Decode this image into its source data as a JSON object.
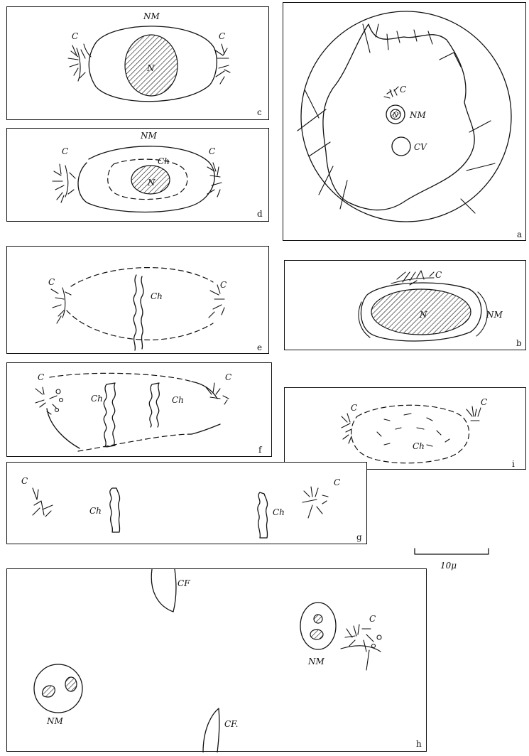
{
  "panels": {
    "a": {
      "letter": "a",
      "labels": {
        "c": "C",
        "nm": "NM",
        "n": "N",
        "cv": "CV"
      }
    },
    "b": {
      "letter": "b",
      "labels": {
        "c": "C",
        "nm": "NM",
        "n": "N"
      }
    },
    "c": {
      "letter": "c",
      "labels": {
        "c_left": "C",
        "c_right": "C",
        "nm": "NM",
        "n": "N"
      }
    },
    "d": {
      "letter": "d",
      "labels": {
        "c_left": "C",
        "c_right": "C",
        "nm": "NM",
        "n": "N",
        "ch": "Ch"
      }
    },
    "e": {
      "letter": "e",
      "labels": {
        "c_left": "C",
        "c_right": "C",
        "ch": "Ch"
      }
    },
    "f": {
      "letter": "f",
      "labels": {
        "c_left": "C",
        "c_right": "C",
        "ch_left": "Ch",
        "ch_right": "Ch"
      }
    },
    "g": {
      "letter": "g",
      "labels": {
        "c_left": "C",
        "c_right": "C",
        "ch_left": "Ch",
        "ch_right": "Ch"
      }
    },
    "h": {
      "letter": "h",
      "labels": {
        "cf_top": "CF",
        "cf_bottom": "CF.",
        "c": "C",
        "nm_right": "NM",
        "nm_left": "NM"
      }
    },
    "i": {
      "letter": "i",
      "labels": {
        "c_left": "C",
        "c_right": "C",
        "ch": "Ch"
      }
    }
  },
  "scale_bar": {
    "label": "10μ"
  }
}
